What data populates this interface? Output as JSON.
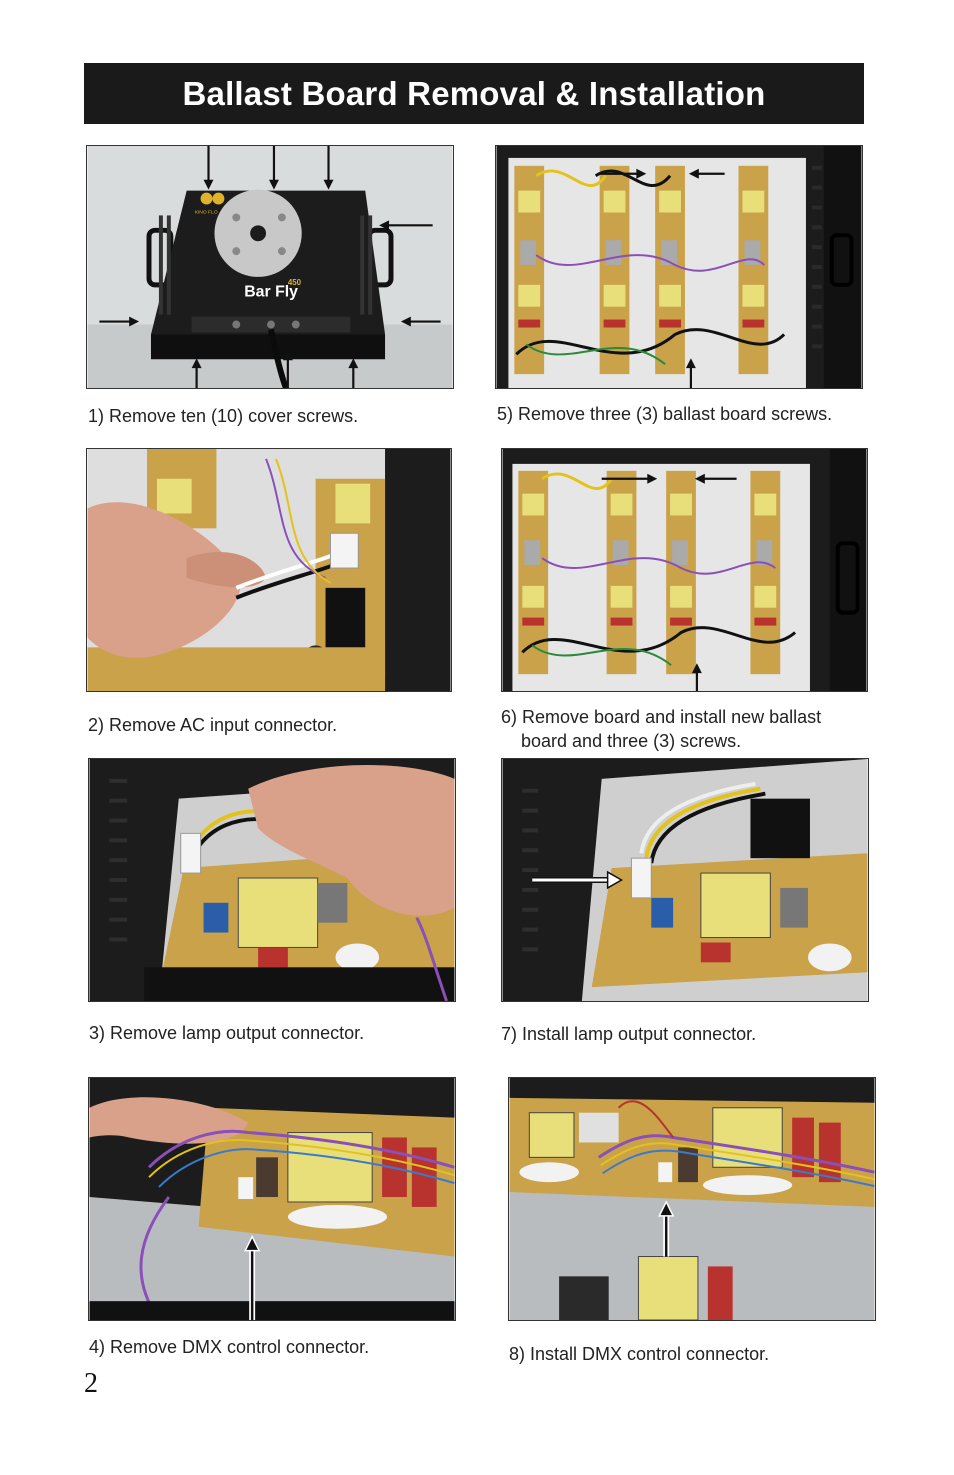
{
  "page": {
    "title": "Ballast Board Removal & Installation",
    "page_number": "2"
  },
  "product": {
    "brand_label": "KINO FLO",
    "model_name": "Bar Fly",
    "model_number": "450"
  },
  "steps": [
    {
      "id": 1,
      "caption": "1) Remove ten (10) cover screws."
    },
    {
      "id": 2,
      "caption": "2) Remove AC input connector."
    },
    {
      "id": 3,
      "caption": "3) Remove lamp output connector."
    },
    {
      "id": 4,
      "caption": "4) Remove DMX control connector."
    },
    {
      "id": 5,
      "caption": "5) Remove three (3) ballast board screws."
    },
    {
      "id": 6,
      "caption": "6) Remove board and install new ballast\n    board and three (3) screws."
    },
    {
      "id": 7,
      "caption": "7) Install lamp output connector."
    },
    {
      "id": 8,
      "caption": "8) Install DMX control connector."
    }
  ],
  "colors": {
    "title_bg": "#1a1a1a",
    "title_text": "#ffffff",
    "pcb": "#c9a24a",
    "chassis": "#1e1e1e",
    "transformer": "#e8df7a",
    "capacitor": "#b8322e",
    "wire_purple": "#8a4fb8",
    "wire_yellow": "#e3c21a",
    "skin": "#d9a08a"
  }
}
